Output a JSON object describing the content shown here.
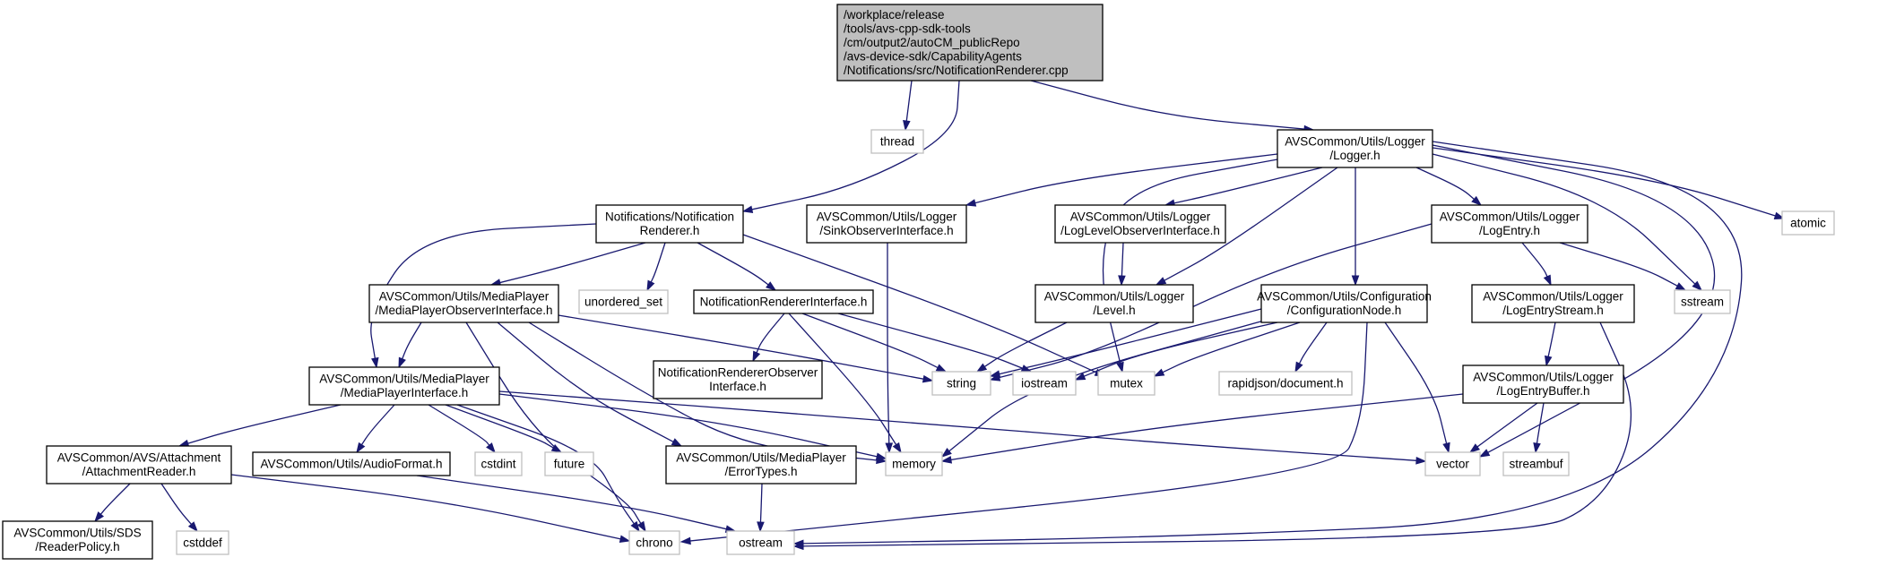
{
  "diagram": {
    "nodes": [
      {
        "id": "root",
        "kind": "root",
        "lines": [
          "/workplace/release",
          "/tools/avs-cpp-sdk-tools",
          "/cm/output2/autoCM_publicRepo",
          "/avs-device-sdk/CapabilityAgents",
          "/Notifications/src/NotificationRenderer.cpp"
        ]
      },
      {
        "id": "thread",
        "kind": "system",
        "lines": [
          "thread"
        ]
      },
      {
        "id": "logger",
        "kind": "local",
        "lines": [
          "AVSCommon/Utils/Logger",
          "/Logger.h"
        ]
      },
      {
        "id": "notifrend",
        "kind": "local",
        "lines": [
          "Notifications/Notification",
          "Renderer.h"
        ]
      },
      {
        "id": "sinkobs",
        "kind": "local",
        "lines": [
          "AVSCommon/Utils/Logger",
          "/SinkObserverInterface.h"
        ]
      },
      {
        "id": "loglevelobs",
        "kind": "local",
        "lines": [
          "AVSCommon/Utils/Logger",
          "/LogLevelObserverInterface.h"
        ]
      },
      {
        "id": "logentry",
        "kind": "local",
        "lines": [
          "AVSCommon/Utils/Logger",
          "/LogEntry.h"
        ]
      },
      {
        "id": "atomic",
        "kind": "system",
        "lines": [
          "atomic"
        ]
      },
      {
        "id": "mpobs",
        "kind": "local",
        "lines": [
          "AVSCommon/Utils/MediaPlayer",
          "/MediaPlayerObserverInterface.h"
        ]
      },
      {
        "id": "unordered",
        "kind": "system",
        "lines": [
          "unordered_set"
        ]
      },
      {
        "id": "nri",
        "kind": "local",
        "lines": [
          "NotificationRendererInterface.h"
        ]
      },
      {
        "id": "level",
        "kind": "local",
        "lines": [
          "AVSCommon/Utils/Logger",
          "/Level.h"
        ]
      },
      {
        "id": "confnode",
        "kind": "local",
        "lines": [
          "AVSCommon/Utils/Configuration",
          "/ConfigurationNode.h"
        ]
      },
      {
        "id": "logentrystream",
        "kind": "local",
        "lines": [
          "AVSCommon/Utils/Logger",
          "/LogEntryStream.h"
        ]
      },
      {
        "id": "sstream",
        "kind": "system",
        "lines": [
          "sstream"
        ]
      },
      {
        "id": "mpi",
        "kind": "local",
        "lines": [
          "AVSCommon/Utils/MediaPlayer",
          "/MediaPlayerInterface.h"
        ]
      },
      {
        "id": "nrobs",
        "kind": "local",
        "lines": [
          "NotificationRendererObserver",
          "Interface.h"
        ]
      },
      {
        "id": "string",
        "kind": "system",
        "lines": [
          "string"
        ]
      },
      {
        "id": "iostream",
        "kind": "system",
        "lines": [
          "iostream"
        ]
      },
      {
        "id": "mutex",
        "kind": "system",
        "lines": [
          "mutex"
        ]
      },
      {
        "id": "rapidjson",
        "kind": "system",
        "lines": [
          "rapidjson/document.h"
        ]
      },
      {
        "id": "logentrybuffer",
        "kind": "local",
        "lines": [
          "AVSCommon/Utils/Logger",
          "/LogEntryBuffer.h"
        ]
      },
      {
        "id": "attreader",
        "kind": "local",
        "lines": [
          "AVSCommon/AVS/Attachment",
          "/AttachmentReader.h"
        ]
      },
      {
        "id": "audioformat",
        "kind": "local",
        "lines": [
          "AVSCommon/Utils/AudioFormat.h"
        ]
      },
      {
        "id": "cstdint",
        "kind": "system",
        "lines": [
          "cstdint"
        ]
      },
      {
        "id": "future",
        "kind": "system",
        "lines": [
          "future"
        ]
      },
      {
        "id": "errortypes",
        "kind": "local",
        "lines": [
          "AVSCommon/Utils/MediaPlayer",
          "/ErrorTypes.h"
        ]
      },
      {
        "id": "memory",
        "kind": "system",
        "lines": [
          "memory"
        ]
      },
      {
        "id": "vector",
        "kind": "system",
        "lines": [
          "vector"
        ]
      },
      {
        "id": "streambuf",
        "kind": "system",
        "lines": [
          "streambuf"
        ]
      },
      {
        "id": "readerpolicy",
        "kind": "local",
        "lines": [
          "AVSCommon/Utils/SDS",
          "/ReaderPolicy.h"
        ]
      },
      {
        "id": "cstddef",
        "kind": "system",
        "lines": [
          "cstddef"
        ]
      },
      {
        "id": "chrono",
        "kind": "system",
        "lines": [
          "chrono"
        ]
      },
      {
        "id": "ostream",
        "kind": "system",
        "lines": [
          "ostream"
        ]
      }
    ],
    "edges": [
      {
        "from": "root",
        "to": "thread"
      },
      {
        "from": "root",
        "to": "logger"
      },
      {
        "from": "root",
        "to": "notifrend"
      },
      {
        "from": "logger",
        "to": "sinkobs"
      },
      {
        "from": "logger",
        "to": "loglevelobs"
      },
      {
        "from": "logger",
        "to": "logentry"
      },
      {
        "from": "logger",
        "to": "atomic"
      },
      {
        "from": "logger",
        "to": "level"
      },
      {
        "from": "logger",
        "to": "confnode"
      },
      {
        "from": "logger",
        "to": "sstream"
      },
      {
        "from": "logger",
        "to": "mutex"
      },
      {
        "from": "logger",
        "to": "vector"
      },
      {
        "from": "logger",
        "to": "ostream"
      },
      {
        "from": "notifrend",
        "to": "mpobs"
      },
      {
        "from": "notifrend",
        "to": "unordered"
      },
      {
        "from": "notifrend",
        "to": "nri"
      },
      {
        "from": "notifrend",
        "to": "mpi"
      },
      {
        "from": "notifrend",
        "to": "mutex"
      },
      {
        "from": "sinkobs",
        "to": "memory"
      },
      {
        "from": "loglevelobs",
        "to": "level"
      },
      {
        "from": "logentry",
        "to": "logentrystream"
      },
      {
        "from": "logentry",
        "to": "sstream"
      },
      {
        "from": "logentry",
        "to": "string"
      },
      {
        "from": "mpobs",
        "to": "mpi"
      },
      {
        "from": "mpobs",
        "to": "string"
      },
      {
        "from": "mpobs",
        "to": "memory"
      },
      {
        "from": "mpobs",
        "to": "errortypes"
      },
      {
        "from": "mpobs",
        "to": "chrono"
      },
      {
        "from": "nri",
        "to": "nrobs"
      },
      {
        "from": "nri",
        "to": "string"
      },
      {
        "from": "nri",
        "to": "iostream"
      },
      {
        "from": "nri",
        "to": "memory"
      },
      {
        "from": "level",
        "to": "string"
      },
      {
        "from": "confnode",
        "to": "string"
      },
      {
        "from": "confnode",
        "to": "iostream"
      },
      {
        "from": "confnode",
        "to": "mutex"
      },
      {
        "from": "confnode",
        "to": "rapidjson"
      },
      {
        "from": "confnode",
        "to": "memory"
      },
      {
        "from": "confnode",
        "to": "vector"
      },
      {
        "from": "confnode",
        "to": "chrono"
      },
      {
        "from": "logentrystream",
        "to": "logentrybuffer"
      },
      {
        "from": "logentrystream",
        "to": "ostream"
      },
      {
        "from": "mpi",
        "to": "attreader"
      },
      {
        "from": "mpi",
        "to": "audioformat"
      },
      {
        "from": "mpi",
        "to": "cstdint"
      },
      {
        "from": "mpi",
        "to": "future"
      },
      {
        "from": "mpi",
        "to": "chrono"
      },
      {
        "from": "mpi",
        "to": "memory"
      },
      {
        "from": "mpi",
        "to": "vector"
      },
      {
        "from": "logentrybuffer",
        "to": "memory"
      },
      {
        "from": "logentrybuffer",
        "to": "vector"
      },
      {
        "from": "logentrybuffer",
        "to": "streambuf"
      },
      {
        "from": "attreader",
        "to": "readerpolicy"
      },
      {
        "from": "attreader",
        "to": "cstddef"
      },
      {
        "from": "attreader",
        "to": "chrono"
      },
      {
        "from": "audioformat",
        "to": "ostream"
      },
      {
        "from": "errortypes",
        "to": "ostream"
      }
    ]
  }
}
